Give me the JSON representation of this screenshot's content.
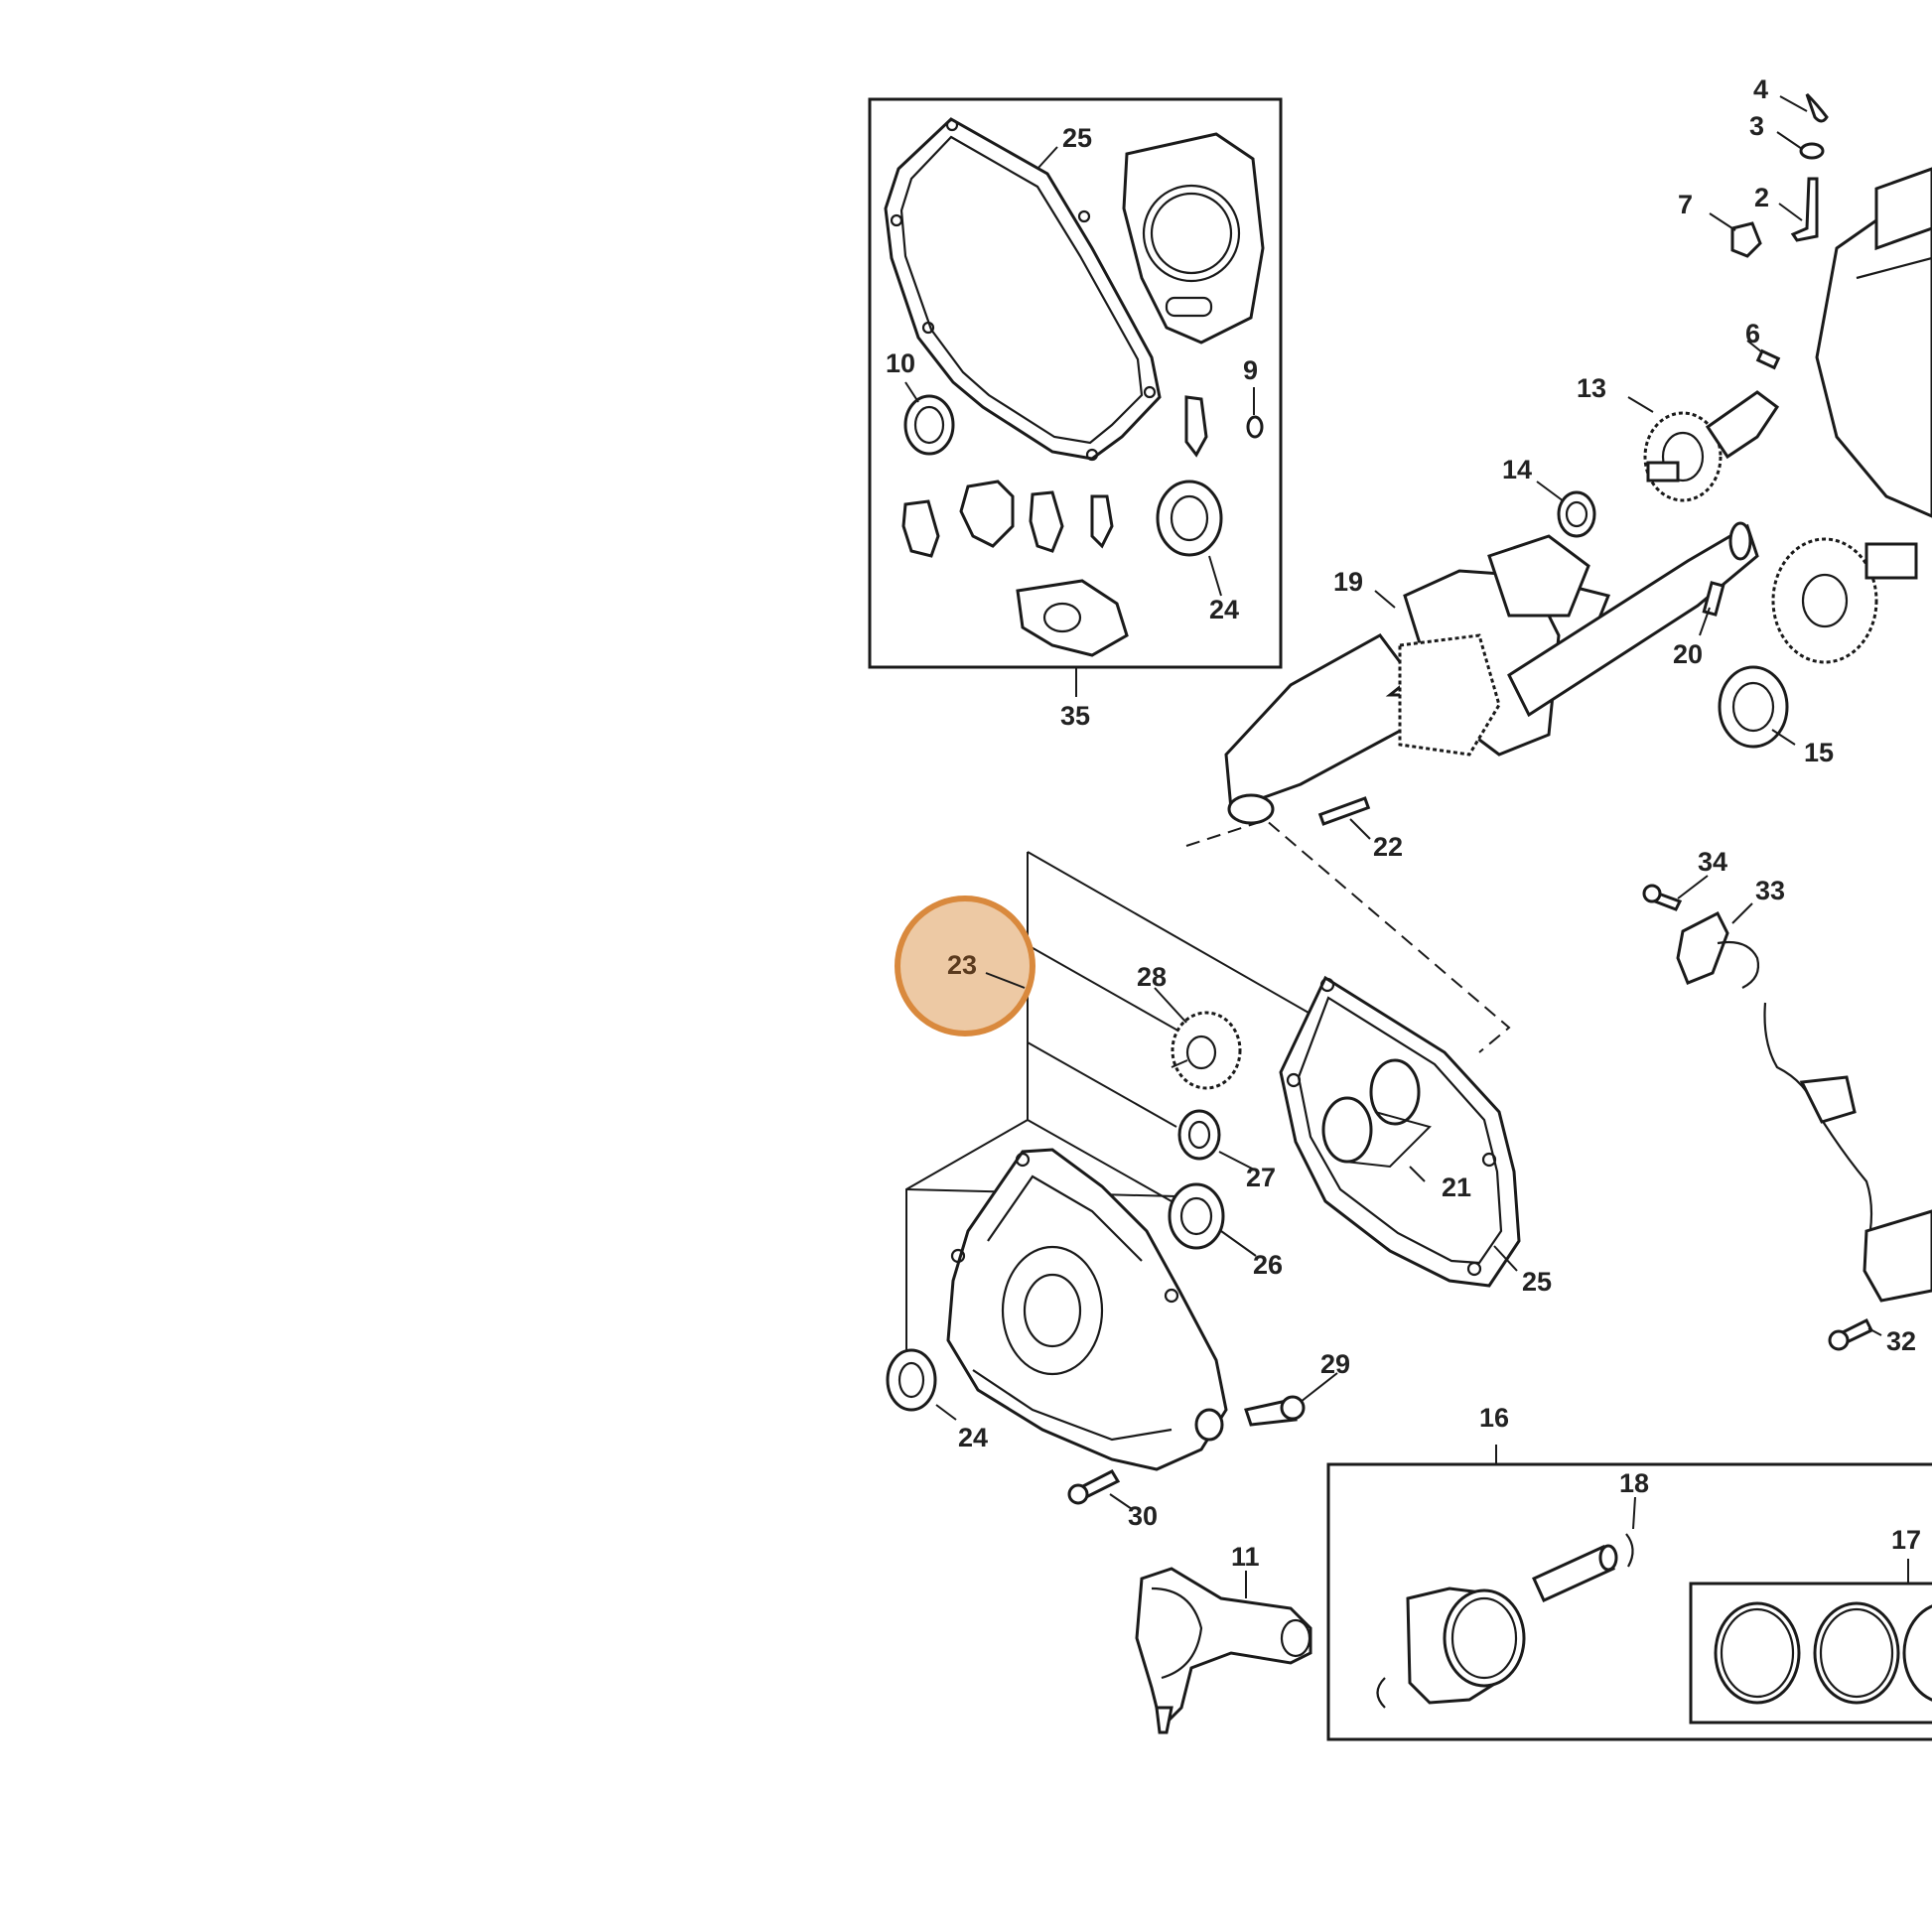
{
  "highlight": {
    "label": "23",
    "fill": "#edc9a4",
    "stroke": "#d9893d",
    "text_color": "#5a3a1e"
  },
  "labels": {
    "l2": "2",
    "l3": "3",
    "l4": "4",
    "l6": "6",
    "l7": "7",
    "l9": "9",
    "l10": "10",
    "l11": "11",
    "l13": "13",
    "l14": "14",
    "l15": "15",
    "l16": "16",
    "l17": "17",
    "l18": "18",
    "l19": "19",
    "l20": "20",
    "l21": "21",
    "l22": "22",
    "l24a": "24",
    "l24b": "24",
    "l25a": "25",
    "l25b": "25",
    "l26": "26",
    "l27": "27",
    "l28": "28",
    "l29": "29",
    "l30": "30",
    "l32": "32",
    "l33": "33",
    "l34": "34",
    "l35": "35"
  }
}
